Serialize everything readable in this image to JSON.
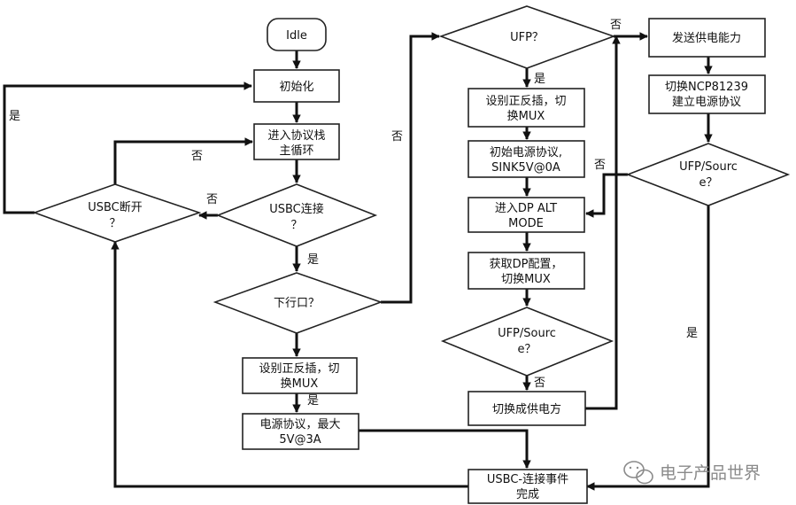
{
  "nodes": {
    "idle": "Idle",
    "init": "初始化",
    "main_loop": [
      "进入协议栈",
      "主循环"
    ],
    "usbc_connected": [
      "USBC连接",
      "？"
    ],
    "usbc_disconnected": [
      "USBC断开",
      "？"
    ],
    "dfp_port": "下行口？",
    "set_orient_left": [
      "设别正反插，切",
      "换MUX"
    ],
    "power_proto_left": [
      "电源协议，最大",
      "5V@3A"
    ],
    "ufp_top": "UFP？",
    "set_orient_mid": [
      "设别正反插，切",
      "换MUX"
    ],
    "init_power_proto": [
      "初始电源协议,",
      "SINK5V@0A"
    ],
    "enter_dp": [
      "进入DP ALT",
      "MODE"
    ],
    "get_dp_config": [
      "获取DP配置，",
      "切换MUX"
    ],
    "ufp_source_mid": [
      "UFP/Sourc",
      "e？"
    ],
    "switch_to_source": "切换成供电方",
    "usbc_event_done": [
      "USBC-连接事件",
      "完成"
    ],
    "send_power_cap": "发送供电能力",
    "switch_ncp": [
      "切换NCP81239",
      "建立电源协议"
    ],
    "ufp_source_right": [
      "UFP/Sourc",
      "e？"
    ]
  },
  "edge_labels": {
    "yes": "是",
    "no": "否"
  },
  "watermark": {
    "text": "电子产品世界",
    "icon": "wechat-icon"
  }
}
